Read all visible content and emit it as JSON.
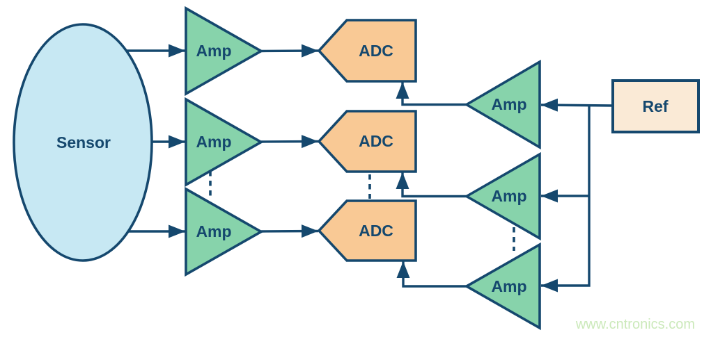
{
  "diagram": {
    "type": "signal-chain-block-diagram",
    "nodes": {
      "sensor": {
        "label": "Sensor"
      },
      "amp_signal_1": {
        "label": "Amp"
      },
      "amp_signal_2": {
        "label": "Amp"
      },
      "amp_signal_3": {
        "label": "Amp"
      },
      "adc_1": {
        "label": "ADC"
      },
      "adc_2": {
        "label": "ADC"
      },
      "adc_3": {
        "label": "ADC"
      },
      "amp_ref_1": {
        "label": "Amp"
      },
      "amp_ref_2": {
        "label": "Amp"
      },
      "amp_ref_3": {
        "label": "Amp"
      },
      "ref": {
        "label": "Ref"
      }
    },
    "colors": {
      "line": "#15486e",
      "amp_fill": "#87d3ab",
      "sensor_fill": "#c7e8f3",
      "adc_fill": "#f9c995",
      "ref_fill": "#faead6",
      "watermark": "#cbe9ba"
    },
    "watermark": {
      "text": "www.cntronics.com"
    }
  }
}
